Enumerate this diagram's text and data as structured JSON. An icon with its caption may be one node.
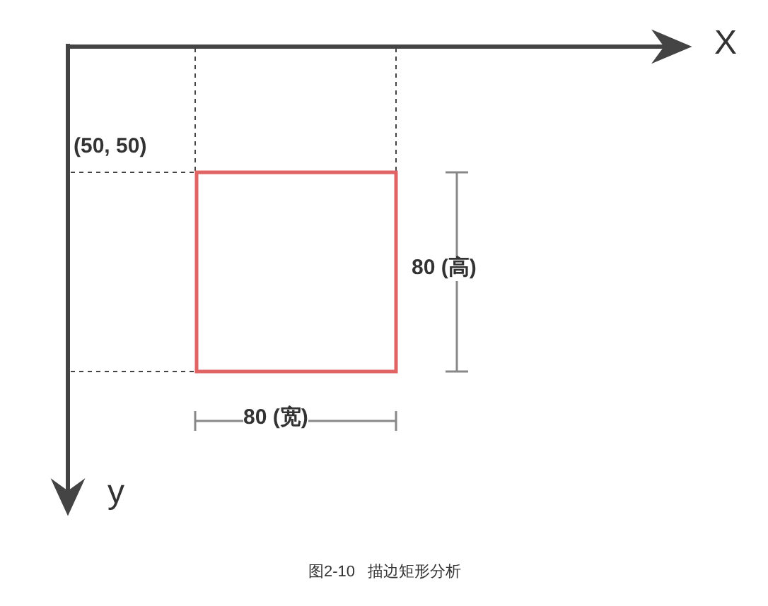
{
  "diagram": {
    "caption": "图2-10   描边矩形分析",
    "labels": [
      "X",
      "(50, 50)",
      "80 (高)",
      "80 (宽)",
      "y"
    ]
  }
}
